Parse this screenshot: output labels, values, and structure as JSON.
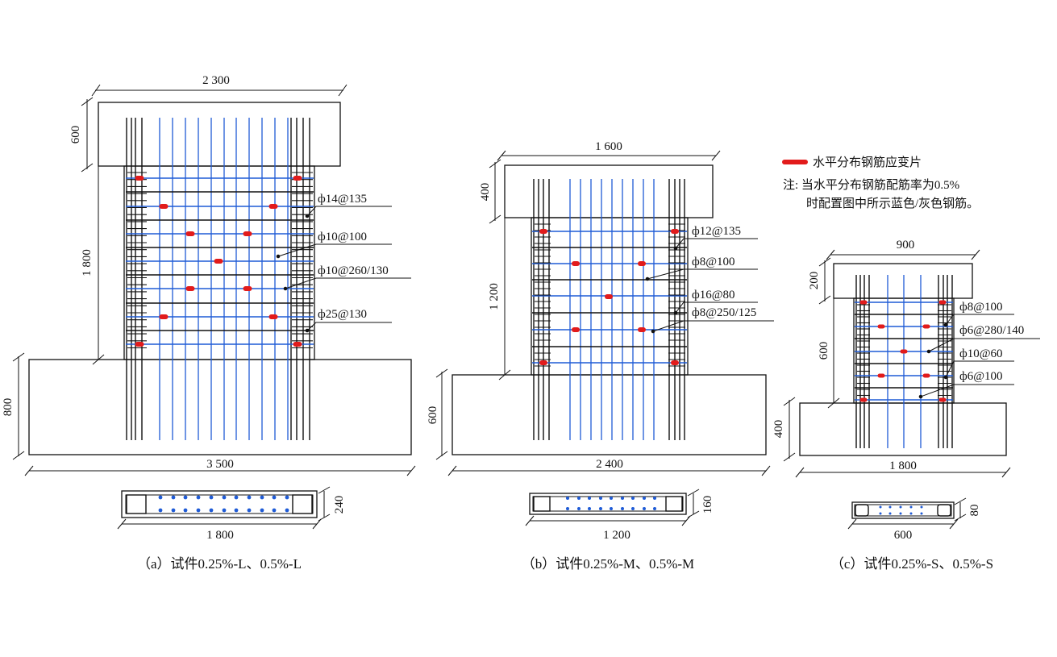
{
  "colors": {
    "blue_bar": "#1f5bd6",
    "strain_gauge": "#e21b1b",
    "line": "#111111",
    "grey_bar": "#8a8a8a"
  },
  "legend": {
    "gauge_label": "水平分布钢筋应变片",
    "note_line1": "注: 当水平分布钢筋配筋率为0.5%",
    "note_line2": "时配置图中所示蓝色/灰色钢筋。"
  },
  "specimens": [
    {
      "id": "a",
      "caption": "（a）试件0.25%-L、0.5%-L",
      "dims": {
        "top_width": "2 300",
        "top_height": "600",
        "wall_height": "1 800",
        "base_height": "800",
        "base_width": "3 500",
        "section_width": "1 800",
        "section_thickness": "240"
      },
      "rebar_labels": [
        "ф14@135",
        "ф10@100",
        "ф10@260/130",
        "ф25@130"
      ]
    },
    {
      "id": "b",
      "caption": "（b）试件0.25%-M、0.5%-M",
      "dims": {
        "top_width": "1 600",
        "top_height": "400",
        "wall_height": "1 200",
        "base_height": "600",
        "base_width": "2 400",
        "section_width": "1 200",
        "section_thickness": "160"
      },
      "rebar_labels": [
        "ф12@135",
        "ф8@100",
        "ф16@80",
        "ф8@250/125"
      ]
    },
    {
      "id": "c",
      "caption": "（c）试件0.25%-S、0.5%-S",
      "dims": {
        "top_width": "900",
        "top_height": "200",
        "wall_height": "600",
        "base_height": "400",
        "base_width": "1 800",
        "section_width": "600",
        "section_thickness": "80"
      },
      "rebar_labels": [
        "ф8@100",
        "ф6@280/140",
        "ф10@60",
        "ф6@100"
      ]
    }
  ]
}
